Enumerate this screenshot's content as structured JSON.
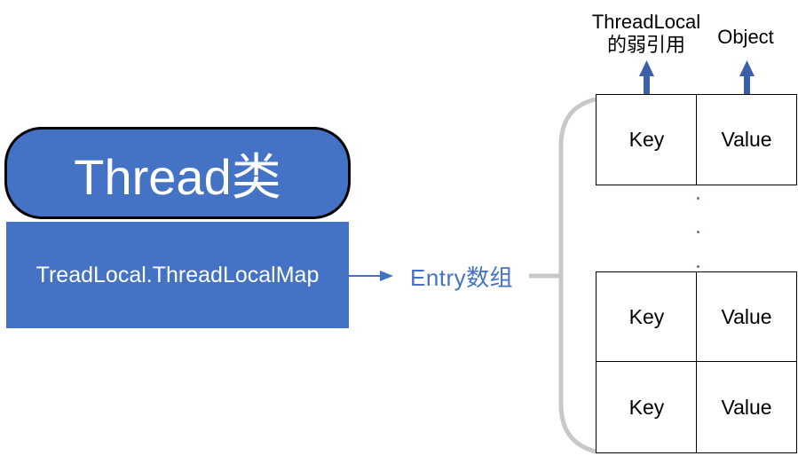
{
  "thread": {
    "title": "Thread类"
  },
  "map": {
    "label": "TreadLocal.ThreadLocalMap"
  },
  "entry": {
    "label": "Entry数组"
  },
  "annotations": {
    "key_ref_line1": "ThreadLocal",
    "key_ref_line2": "的弱引用",
    "value_ref": "Object"
  },
  "entries": [
    {
      "key": "Key",
      "value": "Value"
    },
    {
      "key": "Key",
      "value": "Value"
    },
    {
      "key": "Key",
      "value": "Value"
    }
  ],
  "colors": {
    "accent": "#4472c4",
    "brace": "#c8c8c8",
    "arrow": "#3b5fa8"
  }
}
